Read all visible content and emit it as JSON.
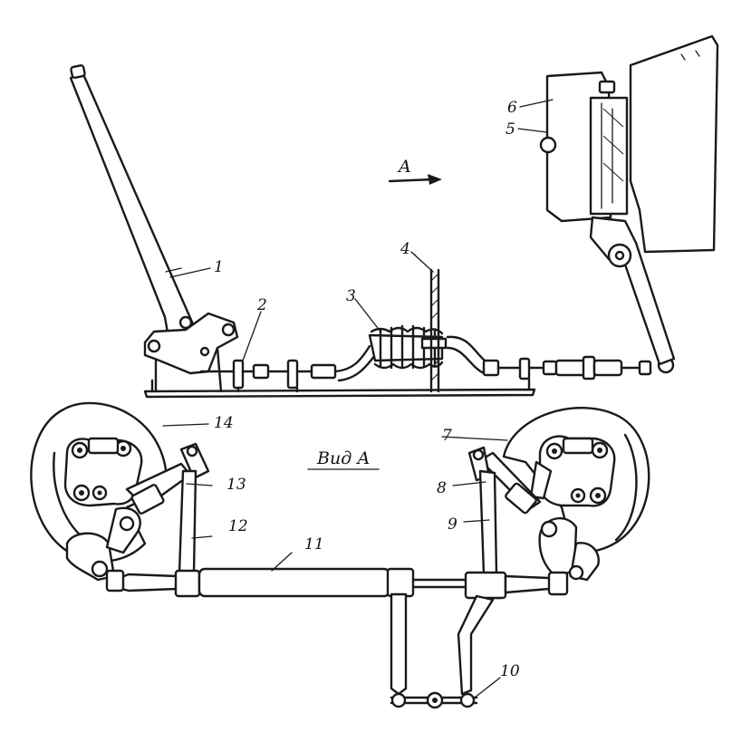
{
  "labels": {
    "n1": "1",
    "n2": "2",
    "n3": "3",
    "n4": "4",
    "n5": "5",
    "n6": "6",
    "n7": "7",
    "n8": "8",
    "n9": "9",
    "n10": "10",
    "n11": "11",
    "n12": "12",
    "n13": "13",
    "n14": "14"
  },
  "view_arrow_label": "A",
  "view_title": "Вид А",
  "ink_color": "#1a1a1a",
  "paper_color": "#ffffff"
}
